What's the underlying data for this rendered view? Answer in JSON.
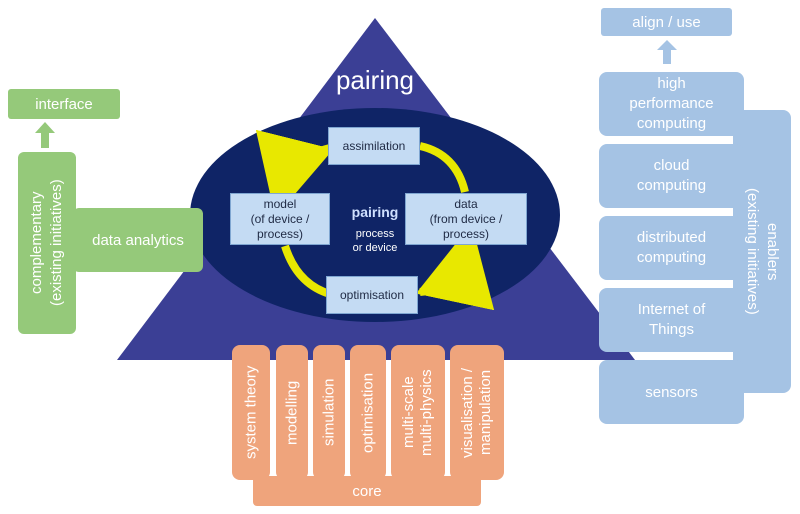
{
  "top_label": "pairing",
  "cycle": {
    "assimilation": "assimilation",
    "model": "model\n(of device /\nprocess)",
    "data": "data\n(from device /\nprocess)",
    "optimisation": "optimisation",
    "center_title": "pairing",
    "center_sub": "process\nor device"
  },
  "left": {
    "interface": "interface",
    "complementary": "complementary\n(existing initiatives)",
    "data_analytics": "data analytics"
  },
  "right": {
    "align_use": "align / use",
    "items": [
      "high\nperformance\ncomputing",
      "cloud\ncomputing",
      "distributed\ncomputing",
      "Internet of\nThings",
      "sensors"
    ],
    "enablers": "enablers\n(existing initiatives)"
  },
  "bottom": {
    "core": "core",
    "pillars": [
      "system theory",
      "modelling",
      "simulation",
      "optimisation",
      "multi-scale\nmulti-physics",
      "visualisation /\nmanipulation"
    ]
  },
  "colors": {
    "triangle": "#3b3f95",
    "ellipse": "#0f2466",
    "arrow": "#e8e800",
    "green": "#95c97a",
    "blue": "#a5c3e4",
    "orange": "#efa47c"
  }
}
